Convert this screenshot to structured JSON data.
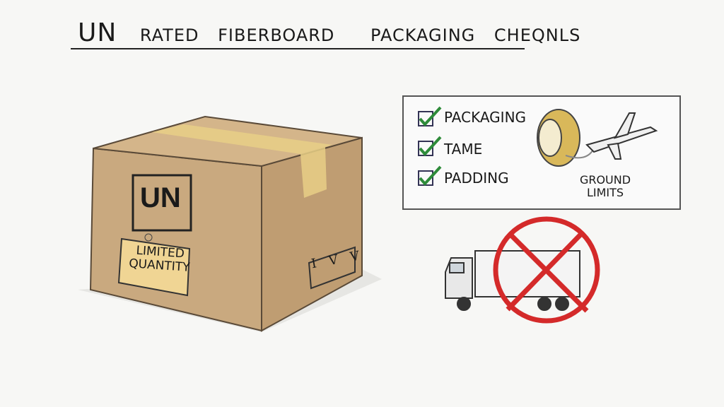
{
  "title": {
    "prefix": "UN",
    "words": [
      "RATED",
      "FIBERBOARD",
      "PACKAGING",
      "CHEQNLS"
    ]
  },
  "box": {
    "label": "UN",
    "tag_line1": "LIMITED",
    "tag_line2": "QUANTITY",
    "handling_marks": "I V V"
  },
  "checklist": {
    "items": [
      {
        "label": "PACKAGING",
        "checked": true
      },
      {
        "label": "TAME",
        "checked": true
      },
      {
        "label": "PADDING",
        "checked": true
      }
    ],
    "note_line1": "GROUND",
    "note_line2": "LIMITS"
  },
  "colors": {
    "box": "#c9a97f",
    "check": "#2e8b3a",
    "prohibit": "#d42a2a"
  }
}
